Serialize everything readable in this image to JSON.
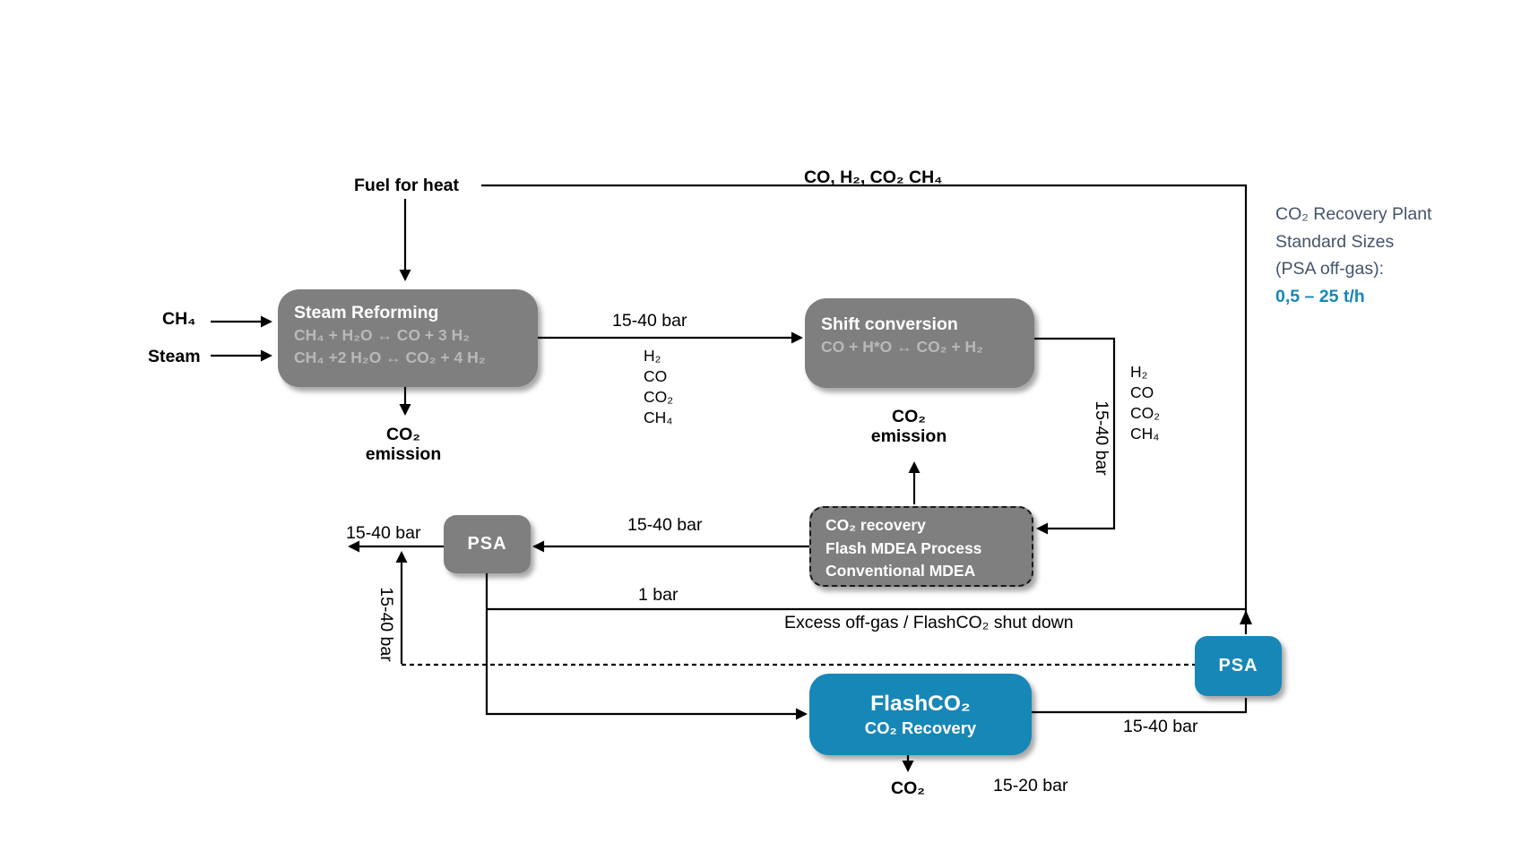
{
  "title": "FlashCO2 CO2 recovery process flow diagram",
  "colors": {
    "box_gray": "#7f7f7f",
    "box_blue": "#1787b8",
    "equation_gray": "#b9b9b9",
    "note_gray": "#44546a",
    "accent_blue": "#1787b8",
    "line_black": "#000000"
  },
  "inputs": {
    "ch4": "CH₄",
    "steam": "Steam",
    "fuel": "Fuel for heat"
  },
  "top_stream": "CO, H₂, CO₂ CH₄",
  "boxes": {
    "steam_reforming": {
      "title": "Steam Reforming",
      "eq1": "CH₄ + H₂O  ↔ CO + 3 H₂",
      "eq2": "CH₄ +2 H₂O ↔ CO₂ + 4 H₂"
    },
    "shift": {
      "title": "Shift conversion",
      "eq": "CO + H*O ↔ CO₂ + H₂"
    },
    "recovery": {
      "line1": "CO₂ recovery",
      "line2": "Flash MDEA Process",
      "line3": "Conventional MDEA"
    },
    "psa_left": "PSA",
    "psa_right": "PSA",
    "flash": {
      "title": "FlashCO₂",
      "subtitle": "CO₂ Recovery"
    }
  },
  "emissions": {
    "reformer": {
      "l1": "CO₂",
      "l2": "emission"
    },
    "recovery": {
      "l1": "CO₂",
      "l2": "emission"
    },
    "flash_out": "CO₂"
  },
  "gas_list_mid": [
    "H₂",
    "CO",
    "CO₂",
    "CH₄"
  ],
  "gas_list_right": [
    "H₂",
    "CO",
    "CO₂",
    "CH₄"
  ],
  "pressures": {
    "reform_shift": "15-40 bar",
    "shift_down": "15-40 bar",
    "recovery_psa": "15-40 bar",
    "psa_out": "15-40 bar",
    "recycle_vert": "15-40 bar",
    "one_bar": "1 bar",
    "flash_psa": "15-40 bar",
    "flash_out": "15-20 bar"
  },
  "excess_note": "Excess off-gas / FlashCO₂ shut down",
  "side_note": {
    "l1": "CO₂ Recovery Plant",
    "l2": "Standard Sizes",
    "l3": "(PSA off-gas):",
    "l4": "0,5 – 25 t/h"
  }
}
